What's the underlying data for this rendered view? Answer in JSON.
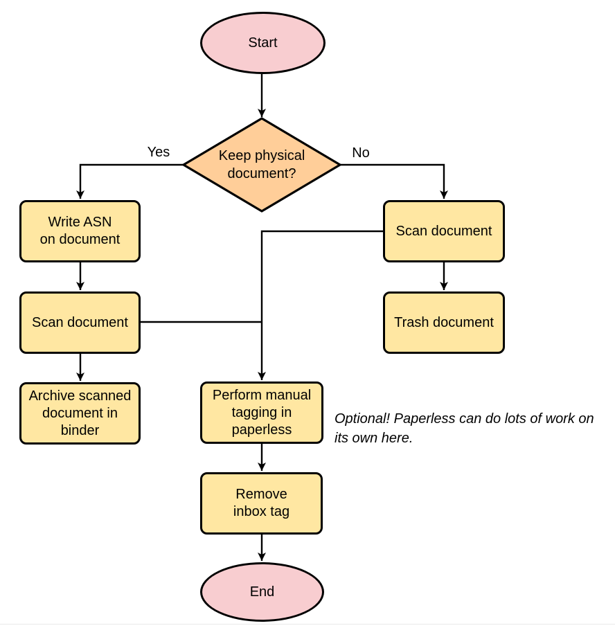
{
  "flowchart": {
    "nodes": {
      "start": {
        "label": "Start",
        "type": "terminator"
      },
      "decision_keep_physical": {
        "label": "Keep physical\ndocument?",
        "type": "decision"
      },
      "write_asn": {
        "label": "Write ASN\non document",
        "type": "process"
      },
      "scan_document_left": {
        "label": "Scan document",
        "type": "process"
      },
      "archive_binder": {
        "label": "Archive scanned\ndocument in\nbinder",
        "type": "process"
      },
      "scan_document_right": {
        "label": "Scan document",
        "type": "process"
      },
      "trash_document": {
        "label": "Trash document",
        "type": "process"
      },
      "manual_tagging": {
        "label": "Perform manual\ntagging in\npaperless",
        "type": "process"
      },
      "remove_inbox_tag": {
        "label": "Remove\ninbox tag",
        "type": "process"
      },
      "end": {
        "label": "End",
        "type": "terminator"
      }
    },
    "edge_labels": {
      "yes": "Yes",
      "no": "No"
    },
    "annotation": "Optional! Paperless can do lots of work on\nits own here.",
    "colors": {
      "terminator_fill": "#f8cdd0",
      "decision_fill": "#ffce99",
      "process_fill": "#ffe7a2",
      "stroke": "#000000",
      "page_divider": "#e9e9e9"
    }
  }
}
